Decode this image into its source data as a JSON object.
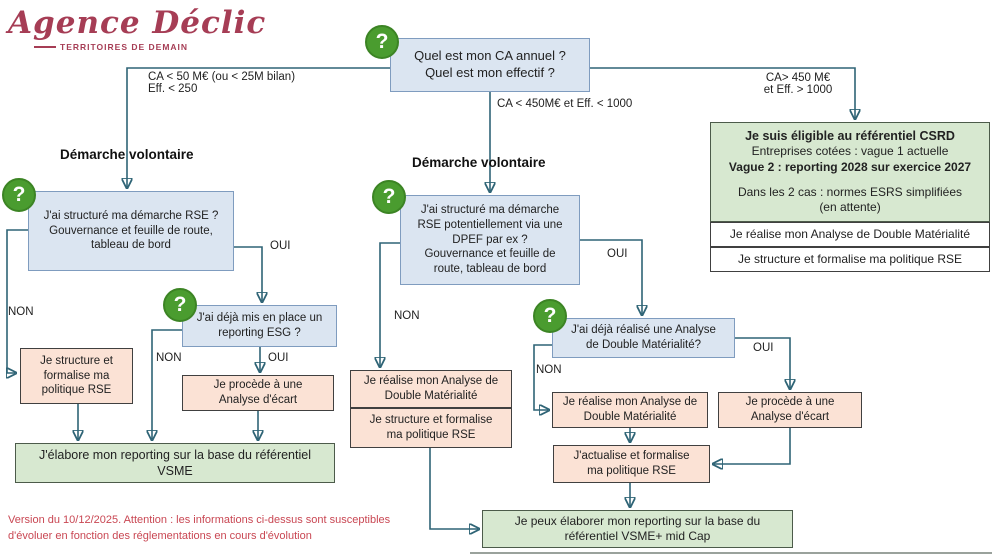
{
  "logo": {
    "name": "Agence Déclic",
    "tagline": "TERRITOIRES DE DEMAIN"
  },
  "colors": {
    "box_blue": "#dbe5f1",
    "box_blue_border": "#7f9cbf",
    "box_peach": "#fbe2d5",
    "box_green": "#d7e8d0",
    "box_green_border": "#4c5b4a",
    "box_dark_border": "#404040",
    "line_color": "#2f6476",
    "question_green": "#4a9c2f",
    "logo_red": "#a63d55",
    "warning_red": "#c94753",
    "text_dark": "#1f1f1f"
  },
  "labels": {
    "oui": "OUI",
    "non": "NON",
    "demarche_volontaire": "Démarche volontaire",
    "q_mark": "?"
  },
  "root": {
    "question": "Quel est mon CA annuel ?\nQuel est mon effectif ?"
  },
  "conditions": {
    "left": "CA < 50 M€ (ou < 25M bilan)\nEff. < 250",
    "middle": "CA < 450M€ et Eff. < 1000",
    "right": "CA> 450 M€\net Eff. > 1000"
  },
  "left_branch": {
    "question_rse": "J'ai structuré ma démarche RSE ?\nGouvernance et feuille de route,\ntableau de bord",
    "action_structure": "Je structure et\nformalise ma\npolitique RSE",
    "question_esg": "J'ai déjà mis en place un\nreporting ESG ?",
    "action_ecart": "Je procède à une\nAnalyse d'écart",
    "result": "J'élabore mon reporting sur la base du référentiel VSME"
  },
  "middle_branch": {
    "question_rse": "J'ai structuré ma démarche\nRSE potentiellement via une\nDPEF par ex ?\nGouvernance et feuille de\nroute, tableau de bord",
    "non_stack": [
      "Je réalise mon Analyse de\nDouble Matérialité",
      "Je structure et formalise\nma politique RSE"
    ],
    "question_adm": "J'ai déjà réalisé une Analyse\nde Double Matérialité?",
    "action_adm": "Je réalise mon Analyse de\nDouble Matérialité",
    "action_ecart": "Je procède à une\nAnalyse d'écart",
    "action_actualise": "J'actualise et formalise\nma politique RSE",
    "result": "Je peux élaborer mon reporting sur la base du\nréférentiel VSME+ mid Cap"
  },
  "right_branch": {
    "eligible_title": "Je suis éligible au référentiel CSRD",
    "eligible_line2": "Entreprises cotées : vague 1 actuelle",
    "eligible_line3": "Vague 2 : reporting 2028 sur exercice 2027",
    "eligible_line4": "Dans les 2 cas : normes ESRS simplifiées\n(en attente)",
    "action_adm": "Je réalise mon Analyse de Double Matérialité",
    "action_structure": "Je structure et formalise ma politique RSE"
  },
  "footer": {
    "disclaimer": "Version du 10/12/2025. Attention : les informations ci-dessus sont susceptibles\nd'évoluer en fonction des réglementations en cours d'évolution"
  }
}
